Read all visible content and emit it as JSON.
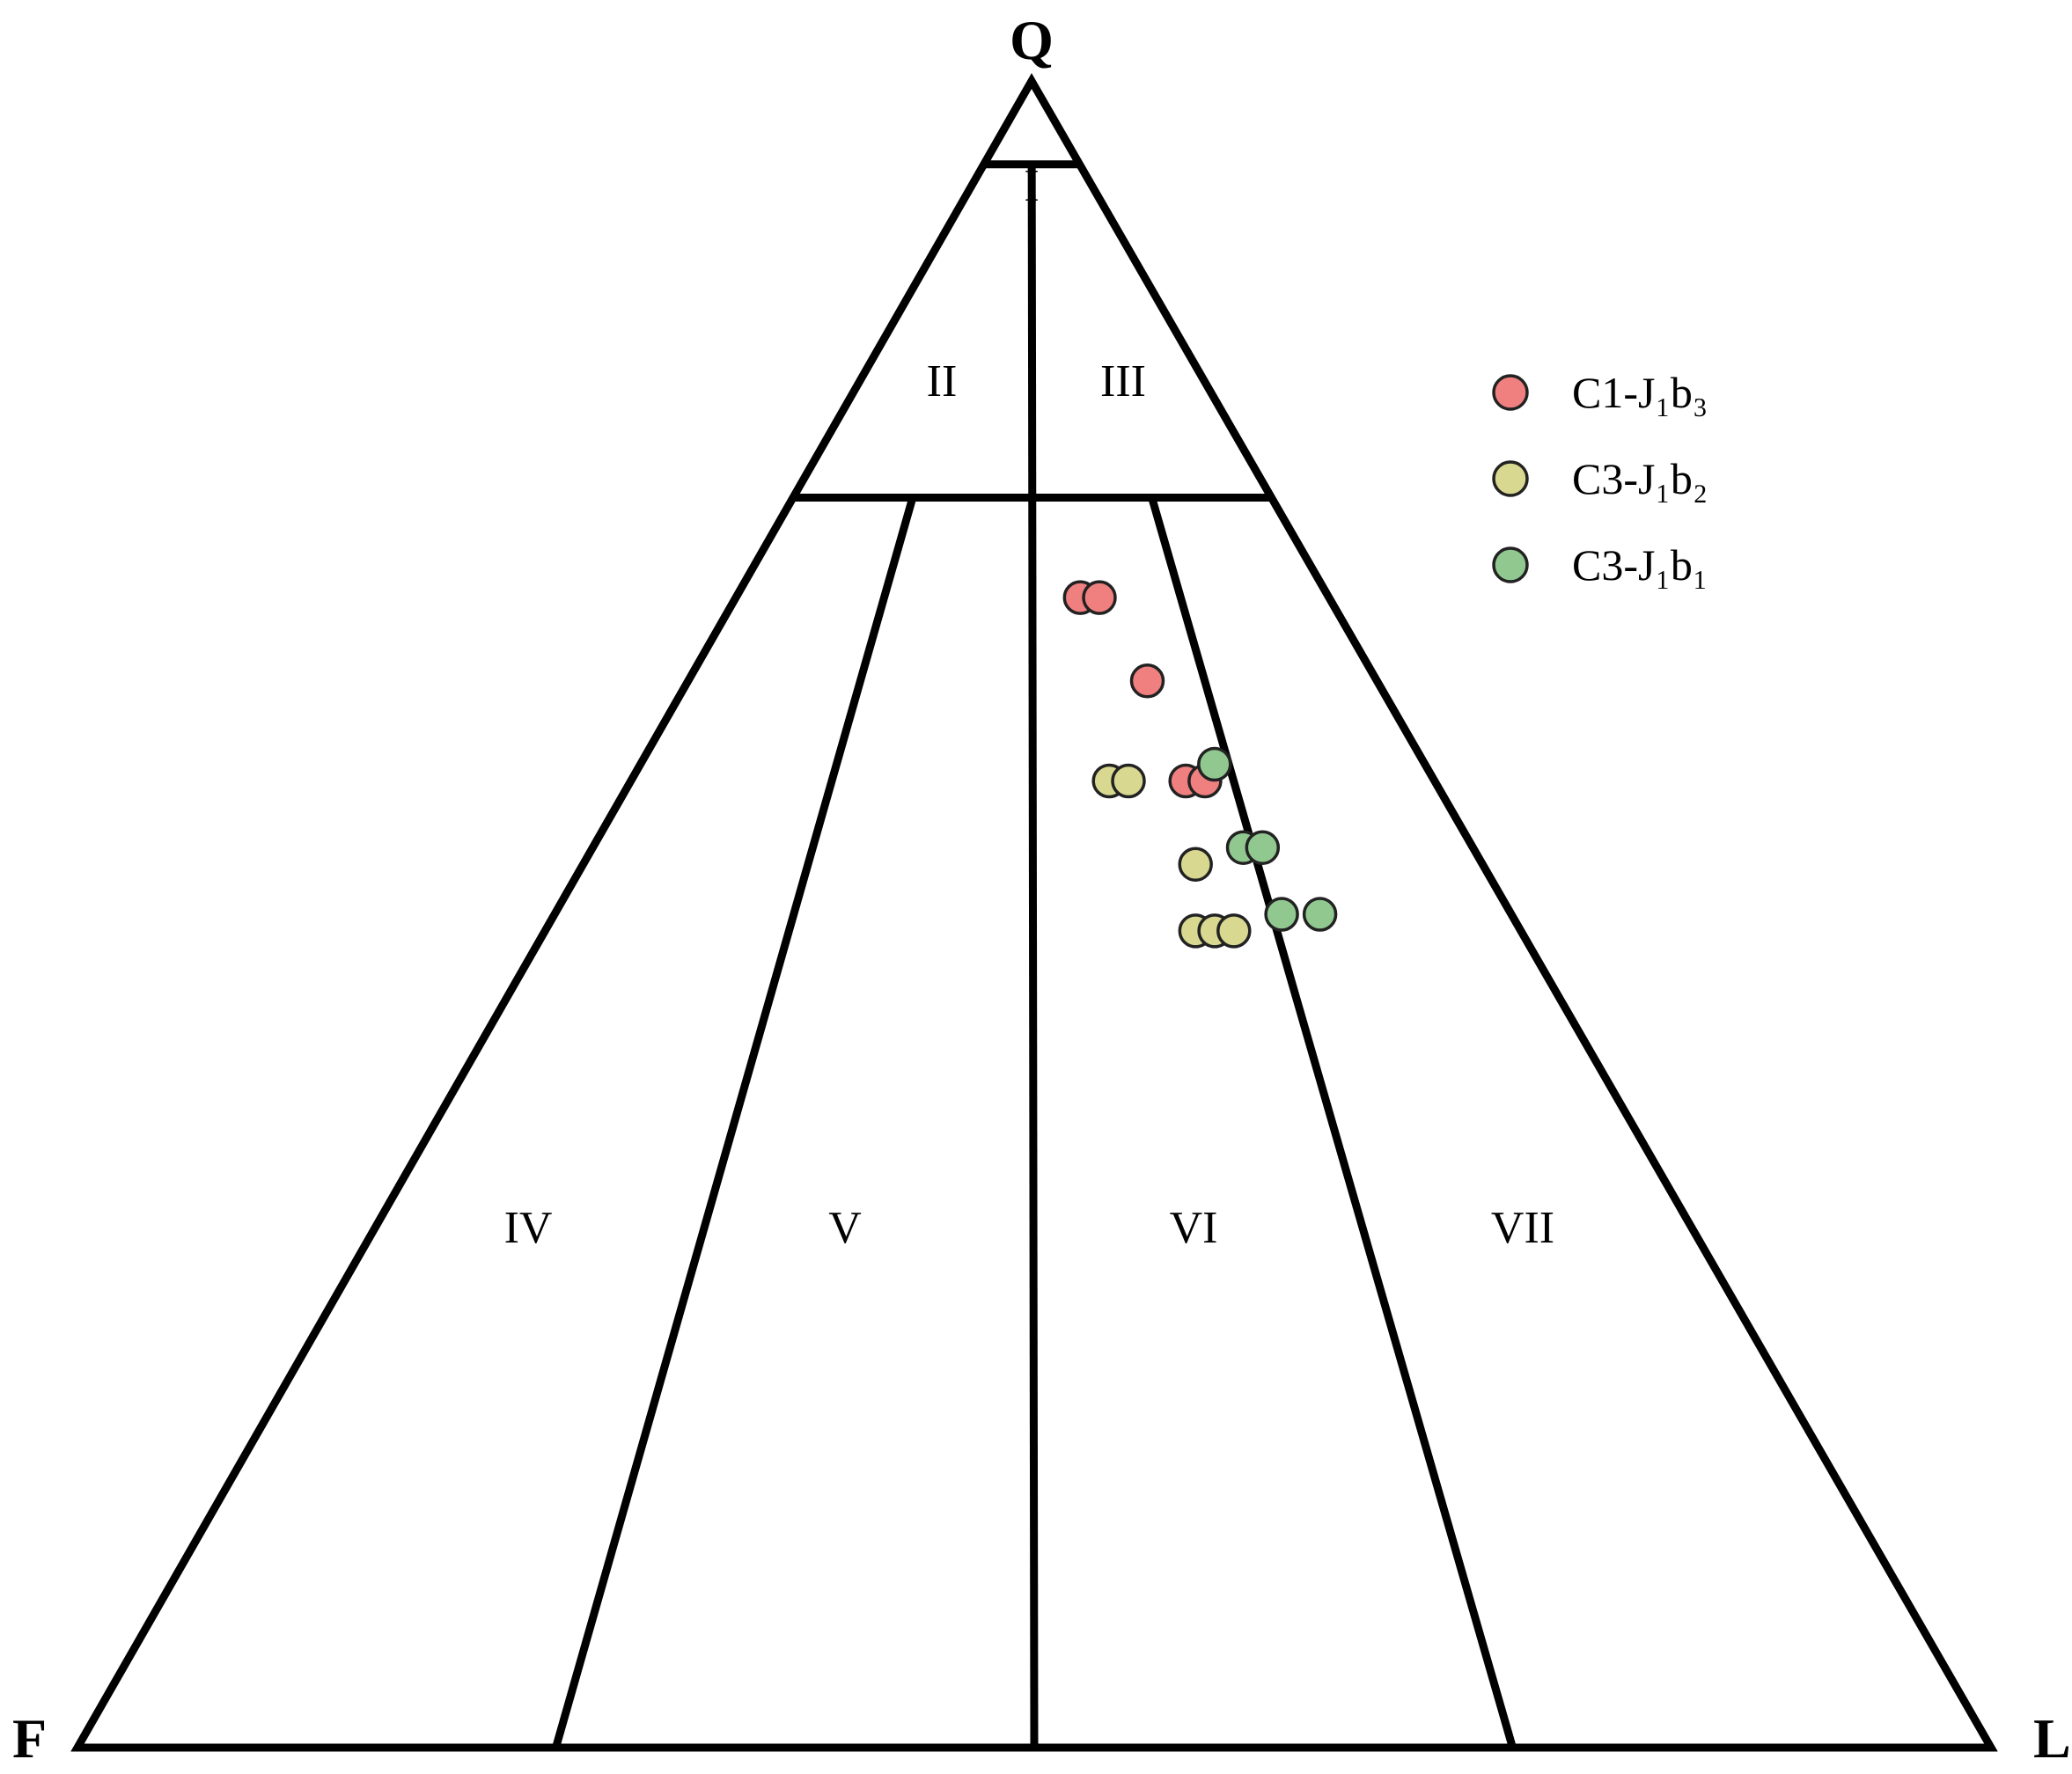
{
  "chart_data": {
    "type": "scatter",
    "subtype": "ternary",
    "apices": {
      "top": "Q",
      "left": "F",
      "right": "L"
    },
    "regions": [
      "I",
      "II",
      "III",
      "IV",
      "V",
      "VI",
      "VII"
    ],
    "series": [
      {
        "name": "C1-J₁b₃",
        "color": "#f08080",
        "points": [
          {
            "Q": 69,
            "F": 13,
            "L": 18
          },
          {
            "Q": 69,
            "F": 12,
            "L": 19
          },
          {
            "Q": 64,
            "F": 12,
            "L": 24
          },
          {
            "Q": 58,
            "F": 13,
            "L": 29
          },
          {
            "Q": 58,
            "F": 12,
            "L": 30
          }
        ]
      },
      {
        "name": "C3-J₁b₂",
        "color": "#d8d890",
        "points": [
          {
            "Q": 58,
            "F": 17,
            "L": 25
          },
          {
            "Q": 58,
            "F": 16,
            "L": 26
          },
          {
            "Q": 53,
            "F": 15,
            "L": 32
          },
          {
            "Q": 49,
            "F": 17,
            "L": 34
          },
          {
            "Q": 49,
            "F": 16,
            "L": 35
          },
          {
            "Q": 49,
            "F": 15,
            "L": 36
          }
        ]
      },
      {
        "name": "C3-J₁b₁",
        "color": "#90c890",
        "points": [
          {
            "Q": 59,
            "F": 11,
            "L": 30
          },
          {
            "Q": 54,
            "F": 12,
            "L": 34
          },
          {
            "Q": 54,
            "F": 11,
            "L": 35
          },
          {
            "Q": 50,
            "F": 12,
            "L": 38
          },
          {
            "Q": 50,
            "F": 10,
            "L": 40
          }
        ]
      }
    ],
    "legend_position": "top-right"
  }
}
